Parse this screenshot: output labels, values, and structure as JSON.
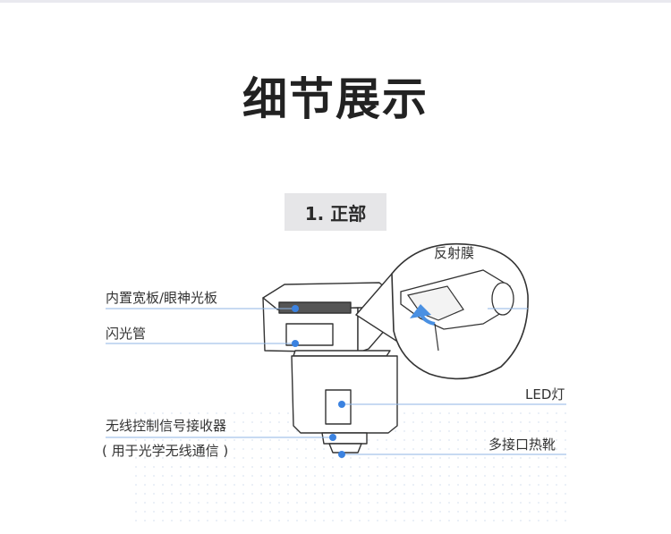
{
  "page": {
    "title": "细节展示",
    "section_label": "1. 正部"
  },
  "callouts": {
    "reflector_film": "反射膜",
    "built_in_panel": "内置宽板/眼神光板",
    "flash_tube": "闪光管",
    "led_light": "LED灯",
    "wireless_receiver_line1": "无线控制信号接收器",
    "wireless_receiver_line2": "( 用于光学无线通信 )",
    "hot_shoe": "多接口热靴"
  },
  "colors": {
    "leader_line": "#8fb6e6",
    "dot": "#3b82e0",
    "outline": "#333333",
    "badge_bg": "#e6e6e8",
    "arrow": "#4a90e2"
  }
}
